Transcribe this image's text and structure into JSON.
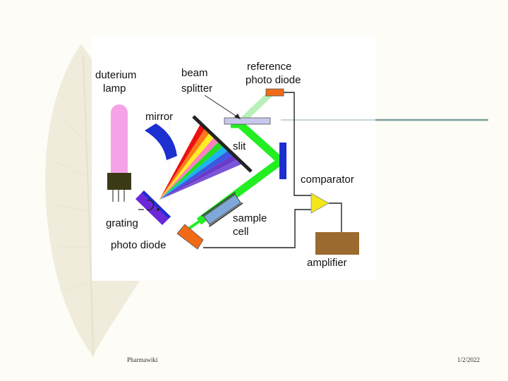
{
  "diagram": {
    "labels": {
      "lamp": [
        "duterium",
        "lamp"
      ],
      "beam_splitter": [
        "beam",
        "splitter"
      ],
      "reference_photo_diode": [
        "reference",
        "photo diode"
      ],
      "mirror": "mirror",
      "slit": "slit",
      "comparator": "comparator",
      "grating": "grating",
      "sample_cell": [
        "sample",
        "cell"
      ],
      "photo_diode": "photo diode",
      "amplifier": "amplifier"
    },
    "colors": {
      "lamp": "#f5a3e6",
      "lamp_base": "#3b3a16",
      "mirror": "#1c2fd0",
      "grating": "#6a28d8",
      "beam": "#22ee22",
      "photo_diode": "#f06a18",
      "splitter": "#c8c8ee",
      "comparator": "#f5e61a",
      "amplifier": "#9b6a2e",
      "wire": "#222222",
      "accent_line": "#7d9e9e"
    },
    "spectrum_colors": [
      "#ee1111",
      "#ff7a1a",
      "#ffee22",
      "#ff80c0",
      "#22dd22",
      "#1eb4ee",
      "#3a58e0",
      "#6a3ac8",
      "#7a55d8"
    ]
  },
  "footer": {
    "left": "Pharmawiki",
    "right": "1/2/2022"
  }
}
